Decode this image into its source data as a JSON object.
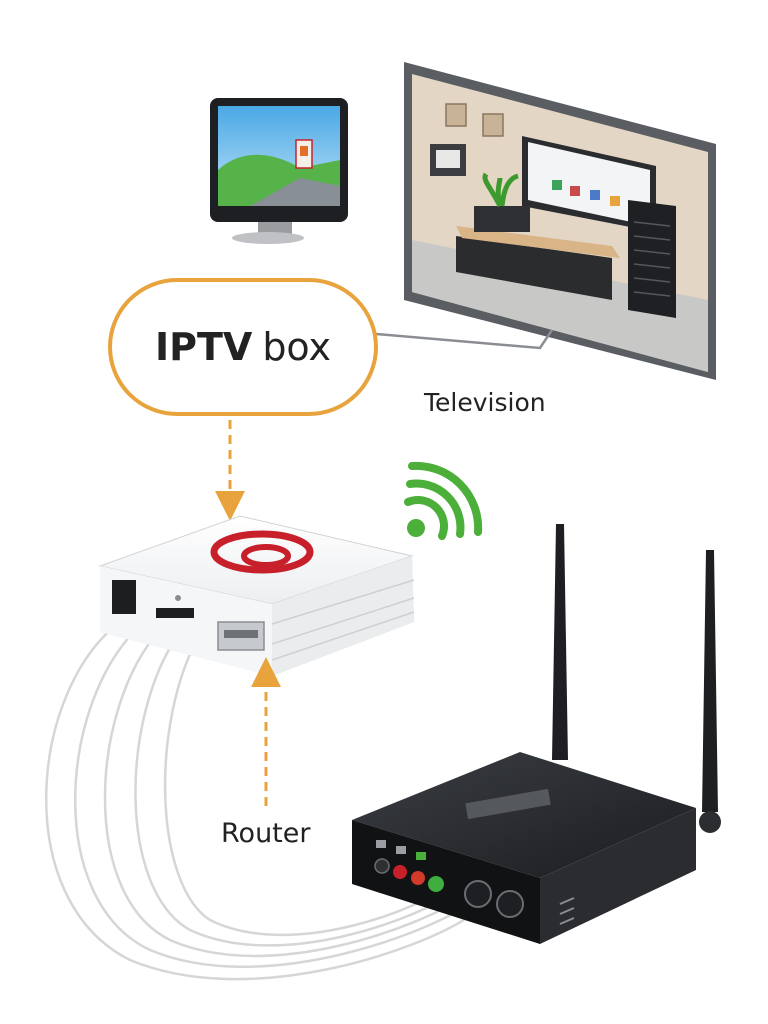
{
  "labels": {
    "iptv_strong": "IPTV",
    "iptv_rest": "box",
    "television": "Television",
    "router": "Router"
  },
  "colors": {
    "callout_border": "#e8a33c",
    "arrow": "#e8a33c",
    "wifi": "#4caf3a",
    "logo": "#c8202a",
    "cable": "#d6d6d6"
  },
  "icons": {
    "wifi": "wifi-signal-icon",
    "logo": "brand-logo-icon",
    "monitor": "monitor-icon",
    "television": "television-icon",
    "router": "router-icon",
    "iptv_box": "set-top-box-icon"
  }
}
